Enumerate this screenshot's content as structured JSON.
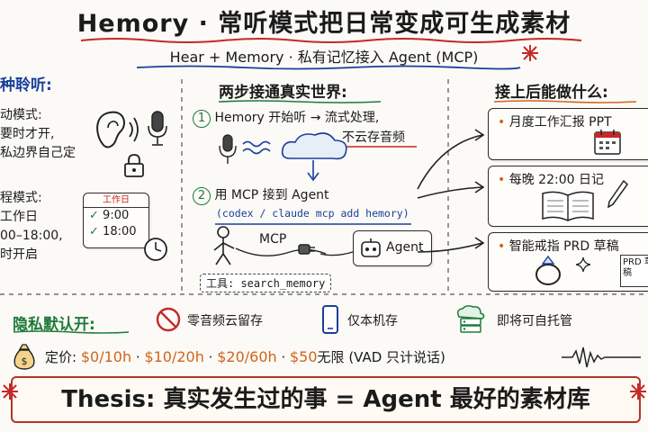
{
  "header": {
    "title": "Hemory · 常听模式把日常变成可生成素材",
    "subtitle": "Hear + Memory · 私有记忆接入 Agent (MCP)"
  },
  "left": {
    "section_title": "种聆听:",
    "mode1_lines": [
      "动模式:",
      "要时才开,",
      "私边界自己定"
    ],
    "mode2_lines": [
      "程模式:",
      "工作日",
      "00–18:00,",
      "时开启"
    ],
    "calendar_header": "工作日",
    "calendar_start": "9:00",
    "calendar_end": "18:00"
  },
  "middle": {
    "section_title": "两步接通真实世界:",
    "step1_number": "1",
    "step1_text": "Hemory 开始听 → 流式处理,",
    "step1_note": "不云存音频",
    "step2_number": "2",
    "step2_text": "用 MCP 接到 Agent",
    "step2_code": "(codex / claude mcp add hemory)",
    "mcp_label": "MCP",
    "agent_label": "Agent",
    "tool_label": "工具: search_memory"
  },
  "right": {
    "section_title": "接上后能做什么:",
    "items": [
      {
        "label": "月度工作汇报 PPT"
      },
      {
        "label": "每晚 22:00 日记"
      },
      {
        "label": "智能戒指 PRD 草稿"
      }
    ],
    "doc_text": "PRD 草稿"
  },
  "bottom": {
    "privacy_title": "隐私默认开:",
    "privacy_items": [
      "零音频云留存",
      "仅本机存",
      "即将可自托管"
    ],
    "pricing_label": "定价:",
    "prices": [
      "$0/10h",
      "$10/20h",
      "$20/60h",
      "$50"
    ],
    "unlimited_text": "无限 (VAD 只计说话)",
    "separator": "·"
  },
  "thesis": "Thesis: 真实发生过的事 = Agent 最好的素材库",
  "colors": {
    "accent_red": "#c62828",
    "accent_blue": "#1a3f9a",
    "accent_green": "#1f7a3a",
    "accent_orange": "#d0641c"
  }
}
